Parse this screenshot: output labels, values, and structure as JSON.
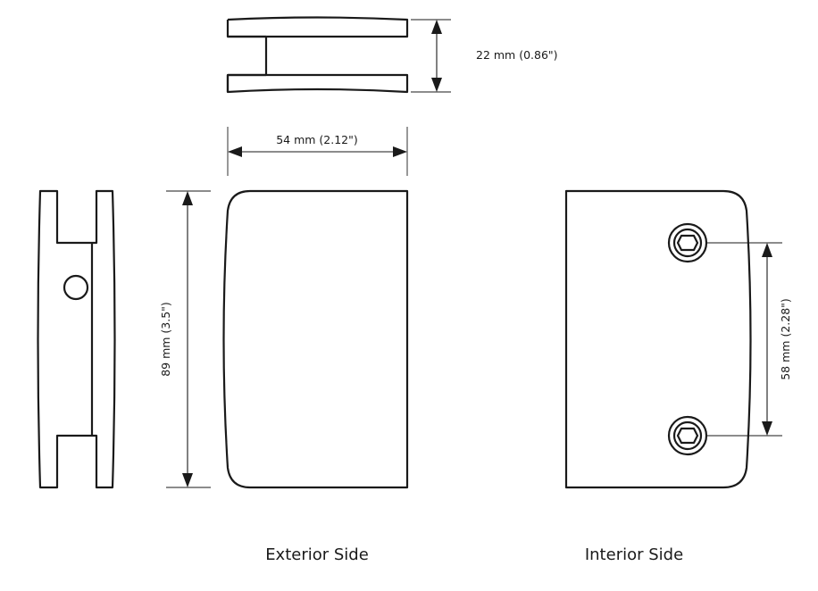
{
  "dimensions": {
    "depth": "22 mm (0.86\")",
    "width": "54 mm (2.12\")",
    "height": "89 mm (3.5\")",
    "hole_spacing": "58 mm (2.28\")"
  },
  "captions": {
    "exterior": "Exterior Side",
    "interior": "Interior Side"
  },
  "colors": {
    "line": "#1a1a1a",
    "background": "#ffffff"
  }
}
